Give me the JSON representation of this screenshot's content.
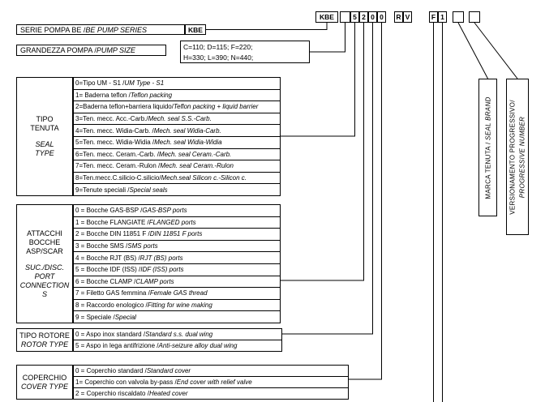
{
  "code": {
    "values": [
      "KBE",
      "",
      "5",
      "2",
      "0",
      "0",
      "R",
      "V",
      "F",
      "1",
      "",
      ""
    ]
  },
  "series": {
    "label": "SERIE POMPA BE / ",
    "label_en": "BE PUMP SERIES",
    "value": "KBE"
  },
  "size": {
    "label": "GRANDEZZA POMPA / ",
    "label_en": "PUMP SIZE",
    "options": "C=110; D=115; F=220;\nH=330; L=390; N=440;"
  },
  "seal": {
    "title": "TIPO\nTENUTA",
    "title_en": "SEAL\nTYPE",
    "rows": [
      {
        "it": "0=Tipo UM - S1 / ",
        "en": "UM Type - S1"
      },
      {
        "it": "1= Baderna teflon / ",
        "en": "Teflon packing"
      },
      {
        "it": "2=Baderna teflon+barriera liquido/",
        "en": "Teflon packing + liquid barrier"
      },
      {
        "it": "3=Ten. mecc. Acc.-Carb./ ",
        "en": "Mech. seal S.S.-Carb."
      },
      {
        "it": "4=Ten. mecc. Widia-Carb. / ",
        "en": "Mech. seal Widia-Carb."
      },
      {
        "it": "5=Ten. mecc. Widia-Widia / ",
        "en": "Mech. seal Widia-Widia"
      },
      {
        "it": "6=Ten. mecc. Ceram.-Carb. / ",
        "en": "Mech. seal Ceram.-Carb."
      },
      {
        "it": "7=Ten. mecc. Ceram.-Rulon / ",
        "en": "Mech. seal Ceram.-Rulon"
      },
      {
        "it": "8=Ten.mecc.C.silicio-C.silicio/",
        "en": "Mech.seal Silicon c.-Silicon c."
      },
      {
        "it": "9=Tenute speciali / ",
        "en": "Special seals"
      }
    ]
  },
  "ports": {
    "title": "ATTACCHI\nBOCCHE\nASP/SCAR",
    "title_en": "SUC./DISC.\nPORT\nCONNECTION\nS",
    "rows": [
      {
        "it": "0 = Bocche GAS-BSP / ",
        "en": "GAS-BSP ports"
      },
      {
        "it": "1 = Bocche FLANGIATE / ",
        "en": "FLANGED ports"
      },
      {
        "it": "2 = Bocche DIN 11851 F / ",
        "en": "DIN 11851 F ports"
      },
      {
        "it": "3 = Bocche SMS / ",
        "en": "SMS ports"
      },
      {
        "it": "4 = Bocche RJT (BS) / ",
        "en": "RJT (BS) ports"
      },
      {
        "it": "5 = Bocche IDF (ISS) / ",
        "en": "IDF (ISS) ports"
      },
      {
        "it": "6 = Bocche CLAMP / ",
        "en": "CLAMP ports"
      },
      {
        "it": "7 = Filetto GAS femmina / ",
        "en": "Female GAS thread"
      },
      {
        "it": "8 = Raccordo enologico / ",
        "en": "Fitting for wine making"
      },
      {
        "it": "9 = Speciale / ",
        "en": "Special"
      }
    ]
  },
  "rotor": {
    "title": "TIPO ROTORE",
    "title_en": "ROTOR TYPE",
    "rows": [
      {
        "it": "0 = Aspo inox standard / ",
        "en": "Standard s.s. dual wing"
      },
      {
        "it": "5 = Aspo in lega antifrizione / ",
        "en": "Anti-seizure alloy dual wing"
      }
    ]
  },
  "cover": {
    "title": "COPERCHIO",
    "title_en": "COVER TYPE",
    "rows": [
      {
        "it": "0 = Coperchio standard / ",
        "en": "Standard cover"
      },
      {
        "it": "1= Coperchio con valvola by-pass / ",
        "en": "End cover with relief valve"
      },
      {
        "it": "2 = Coperchio riscaldato / ",
        "en": "Heated cover"
      }
    ]
  },
  "seal_brand": {
    "label": "MARCA TENUTA / ",
    "label_en": "SEAL BRAND"
  },
  "progressive": {
    "label": "VERSIONAMENTO PROGRESSIVO/",
    "label_en": "PROGRESSIVE NUMBER"
  }
}
